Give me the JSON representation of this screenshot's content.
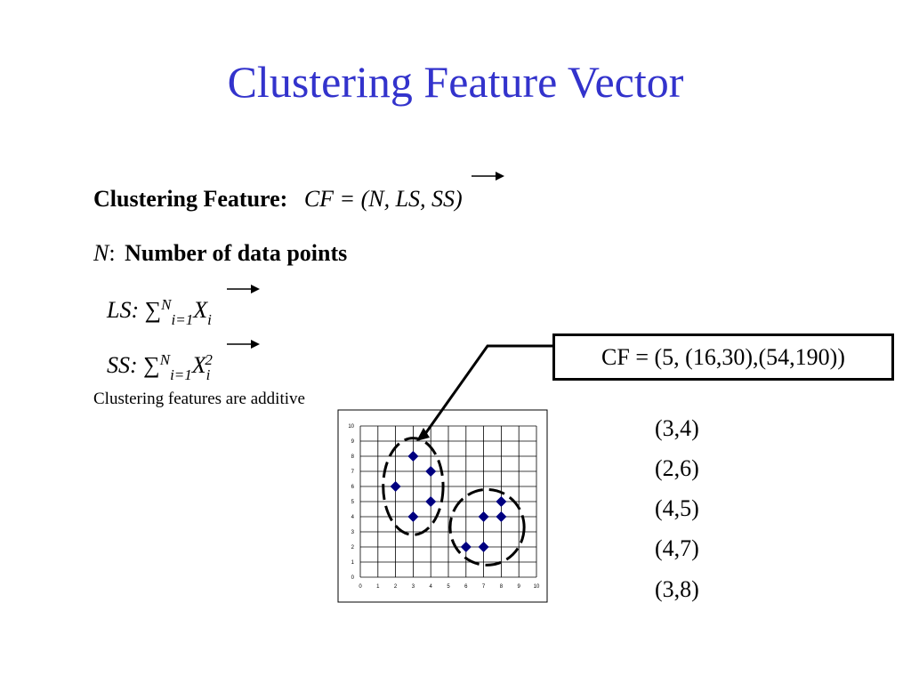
{
  "slide": {
    "title": "Clustering Feature Vector",
    "cf_label": "Clustering Feature:",
    "cf_formula": "CF = (N, LS, SS)",
    "n_symbol": "N",
    "n_sep": ":",
    "n_desc": "Number of data points",
    "ls_label": "LS:",
    "ss_label": "SS:",
    "sigma": "∑",
    "sum_upper": "N",
    "sum_lower": "i=1",
    "x_var": "X",
    "x_sub": "i",
    "ss_power": "2",
    "additive_note": "Clustering features are additive",
    "cf_example": "CF = (5, (16,30),(54,190))",
    "points": [
      "(3,4)",
      "(2,6)",
      "(4,5)",
      "(4,7)",
      "(3,8)"
    ]
  },
  "colors": {
    "title": "#3333cc",
    "marker": "#000080",
    "grid": "#000000"
  },
  "chart_data": {
    "type": "scatter",
    "xlim": [
      0,
      10
    ],
    "ylim": [
      0,
      10
    ],
    "x_ticks": [
      0,
      1,
      2,
      3,
      4,
      5,
      6,
      7,
      8,
      9,
      10
    ],
    "y_ticks": [
      0,
      1,
      2,
      3,
      4,
      5,
      6,
      7,
      8,
      9,
      10
    ],
    "grid": true,
    "marker": "diamond",
    "series": [
      {
        "points": [
          [
            2,
            6
          ],
          [
            3,
            8
          ],
          [
            4,
            7
          ],
          [
            3,
            4
          ],
          [
            4,
            5
          ]
        ]
      },
      {
        "points": [
          [
            6,
            2
          ],
          [
            7,
            2
          ],
          [
            7,
            4
          ],
          [
            8,
            4
          ],
          [
            8,
            5
          ]
        ]
      }
    ],
    "clusters": [
      {
        "center": [
          3,
          6
        ],
        "rx": 1.7,
        "ry": 3.2,
        "style": "dashed"
      },
      {
        "center": [
          7.2,
          3.3
        ],
        "rx": 2.1,
        "ry": 2.5,
        "style": "dashed"
      }
    ]
  }
}
